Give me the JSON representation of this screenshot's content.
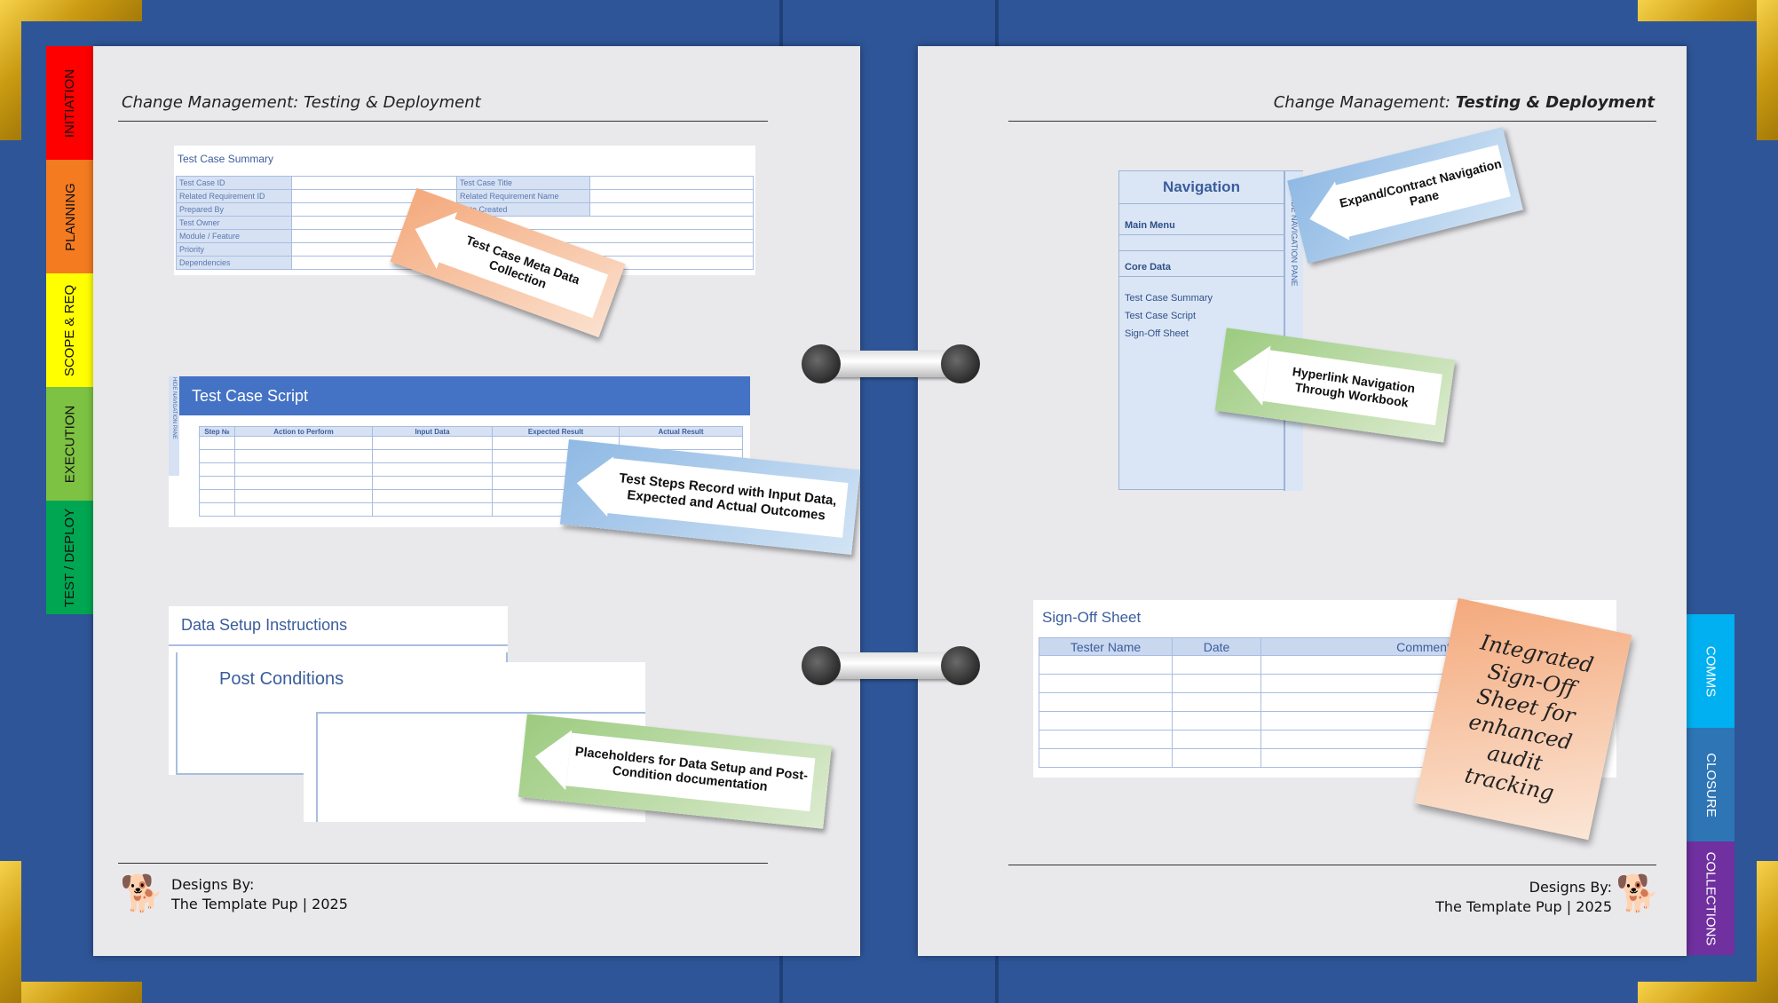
{
  "left_tabs": [
    {
      "label": "INITIATION",
      "color": "#ff0000"
    },
    {
      "label": "PLANNING",
      "color": "#f47b20"
    },
    {
      "label": "SCOPE & REQ",
      "color": "#ffff00"
    },
    {
      "label": "EXECUTION",
      "color": "#7dc242"
    },
    {
      "label": "TEST / DEPLOY",
      "color": "#00a651"
    }
  ],
  "right_tabs": [
    {
      "label": "COMMS",
      "color": "#00b0f0"
    },
    {
      "label": "CLOSURE",
      "color": "#2e75b6"
    },
    {
      "label": "COLLECTIONS",
      "color": "#7030a0"
    }
  ],
  "left_page": {
    "header": "Change Management: Testing & Deployment",
    "summary": {
      "title": "Test Case Summary",
      "rows": [
        [
          "Test Case ID",
          "",
          "Test Case Title",
          ""
        ],
        [
          "Related Requirement ID",
          "",
          "Related Requirement Name",
          ""
        ],
        [
          "Prepared By",
          "",
          "Date Created",
          ""
        ],
        [
          "Test Owner",
          "",
          "",
          ""
        ],
        [
          "Module / Feature",
          "",
          "",
          ""
        ],
        [
          "Priority",
          "",
          "",
          ""
        ],
        [
          "Dependencies",
          "",
          "",
          ""
        ]
      ]
    },
    "script": {
      "title": "Test Case Script",
      "side_label": "HIDE NAVIGATION PANE",
      "columns": [
        "Step №",
        "Action to Perform",
        "Input Data",
        "Expected Result",
        "Actual Result"
      ]
    },
    "data_setup_title": "Data Setup Instructions",
    "post_conditions_title": "Post Conditions",
    "notes": {
      "meta": "Test Case Meta Data Collection",
      "steps": "Test Steps Record with Input Data, Expected and Actual Outcomes",
      "placeholders": "Placeholders for Data Setup and Post-Condition documentation"
    },
    "footer_line1": "Designs By:",
    "footer_line2": "The Template Pup | 2025"
  },
  "right_page": {
    "header_prefix": "Change Management: ",
    "header_bold": "Testing & Deployment",
    "nav": {
      "title": "Navigation",
      "main_menu": "Main Menu",
      "core_data": "Core Data",
      "links": [
        "Test Case Summary",
        "Test Case Script",
        "Sign-Off Sheet"
      ],
      "side_label": "HIDE NAVIGATION PANE"
    },
    "signoff": {
      "title": "Sign-Off Sheet",
      "columns": [
        "Tester Name",
        "Date",
        "Comments / Obse"
      ]
    },
    "notes": {
      "expand": "Expand/Contract Navigation Pane",
      "hyperlink": "Hyperlink Navigation Through Workbook",
      "sticky": "Integrated Sign-Off Sheet for enhanced audit tracking"
    },
    "footer_line1": "Designs By:",
    "footer_line2": "The Template Pup | 2025"
  },
  "colors": {
    "binder": "#2e5597",
    "note_orange": "#f4a97c",
    "note_blue": "#9dc3e6",
    "note_green": "#a9d18e",
    "table_blue": "#4472c4"
  }
}
